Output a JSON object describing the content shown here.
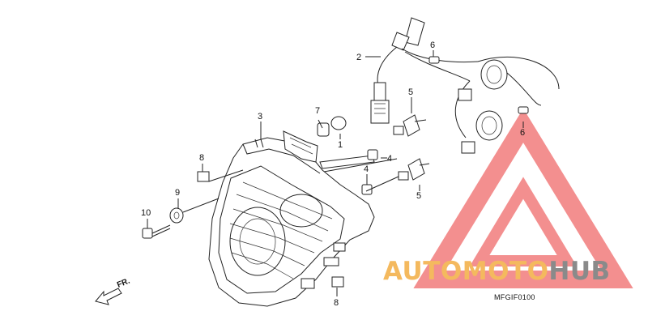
{
  "diagram": {
    "code": "MFGIF0100",
    "direction_label": "FR.",
    "callouts": [
      {
        "id": "c1",
        "label": "1"
      },
      {
        "id": "c2",
        "label": "2"
      },
      {
        "id": "c3",
        "label": "3"
      },
      {
        "id": "c4a",
        "label": "4"
      },
      {
        "id": "c4b",
        "label": "4"
      },
      {
        "id": "c5a",
        "label": "5"
      },
      {
        "id": "c5b",
        "label": "5"
      },
      {
        "id": "c6a",
        "label": "6"
      },
      {
        "id": "c6b",
        "label": "6"
      },
      {
        "id": "c7",
        "label": "7"
      },
      {
        "id": "c8a",
        "label": "8"
      },
      {
        "id": "c8b",
        "label": "8"
      },
      {
        "id": "c9",
        "label": "9"
      },
      {
        "id": "c10",
        "label": "10"
      }
    ]
  },
  "watermark": {
    "part1": "AUTO",
    "part2": "MOTO",
    "part3": "HUB",
    "colors": {
      "triangle": "#f07070",
      "orange": "#f4b95e",
      "gray": "#8a8a8a"
    }
  }
}
